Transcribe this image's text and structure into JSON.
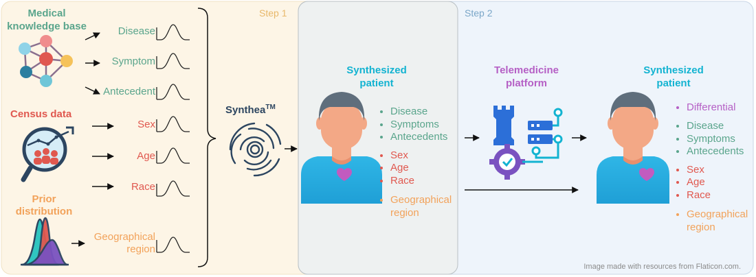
{
  "steps": {
    "step1": "Step 1",
    "step2": "Step 2"
  },
  "sources": {
    "medical": {
      "title_line1": "Medical",
      "title_line2": "knowledge base",
      "items": [
        "Disease",
        "Symptom",
        "Antecedent"
      ]
    },
    "census": {
      "title": "Census data",
      "items": [
        "Sex",
        "Age",
        "Race"
      ]
    },
    "prior": {
      "title_line1": "Prior",
      "title_line2": "distribution",
      "items_line1": "Geographical",
      "items_line2": "region"
    }
  },
  "synthea": {
    "name": "Synthea",
    "superscript": "TM"
  },
  "patient1": {
    "title_line1": "Synthesized",
    "title_line2": "patient",
    "medical": [
      "Disease",
      "Symptoms",
      "Antecedents"
    ],
    "demographic": [
      "Sex",
      "Age",
      "Race"
    ],
    "geo_line1": "Geographical",
    "geo_line2": "region"
  },
  "platform": {
    "title_line1": "Telemedicine",
    "title_line2": "platform"
  },
  "patient2": {
    "title_line1": "Synthesized",
    "title_line2": "patient",
    "differential": "Differential",
    "medical": [
      "Disease",
      "Symptoms",
      "Antecedents"
    ],
    "demographic": [
      "Sex",
      "Age",
      "Race"
    ],
    "geo_line1": "Geographical",
    "geo_line2": "region"
  },
  "credit": "Image made with resources from Flaticon.com.",
  "colors": {
    "teal": "#5aa58c",
    "red": "#e0584f",
    "orange": "#f2a25a",
    "cyan": "#13b3d1",
    "purple": "#b55fc5",
    "navy": "#2c4560",
    "step1_bg": "#fdf5e6",
    "step2_bg": "#eef4fb"
  }
}
